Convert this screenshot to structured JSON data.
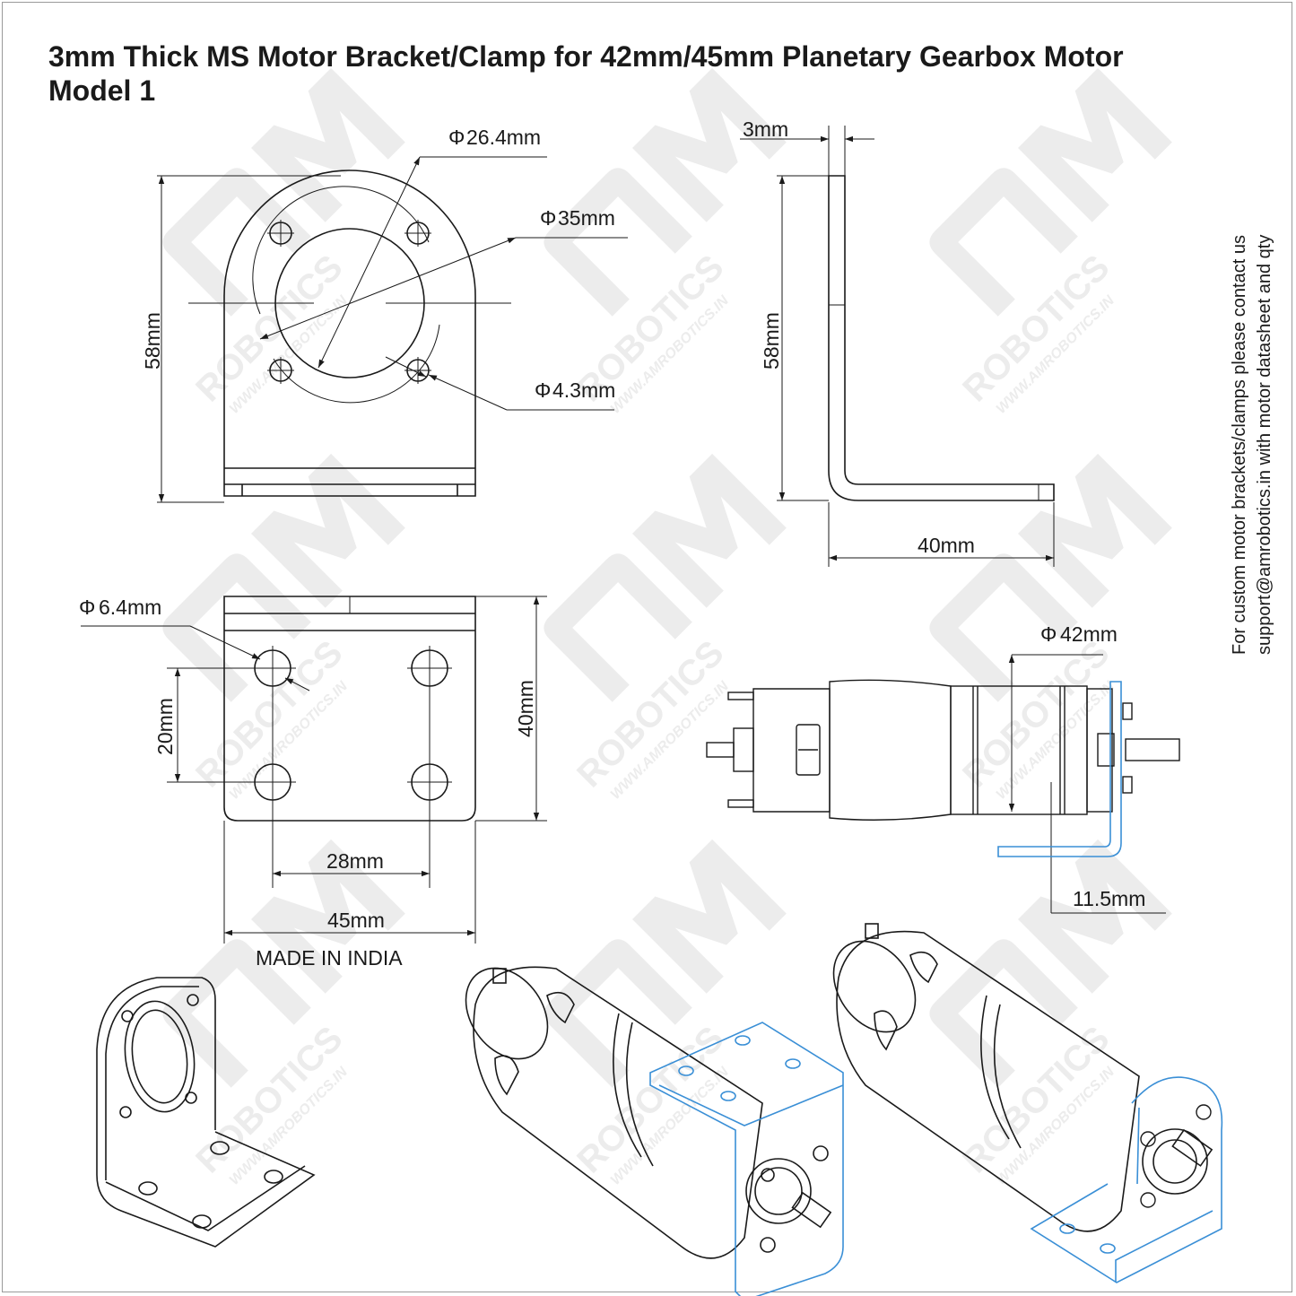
{
  "title": {
    "line1": "3mm Thick MS Motor Bracket/Clamp for 42mm/45mm Planetary Gearbox Motor",
    "line2": "Model 1"
  },
  "watermark": {
    "brand": "AM",
    "sub": "ROBOTICS",
    "url": "WWW.AMROBOTICS.IN"
  },
  "dimensions": {
    "front_height": "58mm",
    "center_bore": "26.4mm",
    "bolt_circle": "35mm",
    "mount_hole": "4.3mm",
    "thickness": "3mm",
    "side_height": "58mm",
    "base_length": "40mm",
    "base_hole": "6.4mm",
    "hole_pitch_y": "20mm",
    "base_depth": "40mm",
    "hole_pitch_x": "28mm",
    "base_width": "45mm",
    "motor_diameter": "42mm",
    "shaft_offset": "11.5mm"
  },
  "diameter_symbol": "Φ",
  "custom_note": {
    "line1": "For custom motor brackets/clamps please contact us",
    "line2": "support@amrobotics.in with motor datasheet and qty"
  },
  "footer": "MADE IN INDIA",
  "colors": {
    "accent": "#3a8fd6",
    "line": "#1a1a1a",
    "watermark": "#ececec"
  }
}
